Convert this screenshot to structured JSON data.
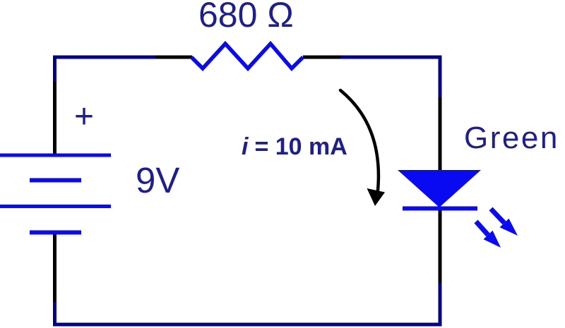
{
  "figure": {
    "type": "circuit-diagram"
  },
  "labels": {
    "resistor_value": "680 Ω",
    "battery_polarity": "+",
    "battery_voltage": "9V",
    "current_symbol": "i",
    "current_value": "= 10 mA",
    "led_label": "Green"
  },
  "colors": {
    "wire_navy": "#00008b",
    "component_blue": "#0a0af2",
    "lead_black": "#000000",
    "label_text": "#1e1e8e",
    "background": "#ffffff"
  }
}
